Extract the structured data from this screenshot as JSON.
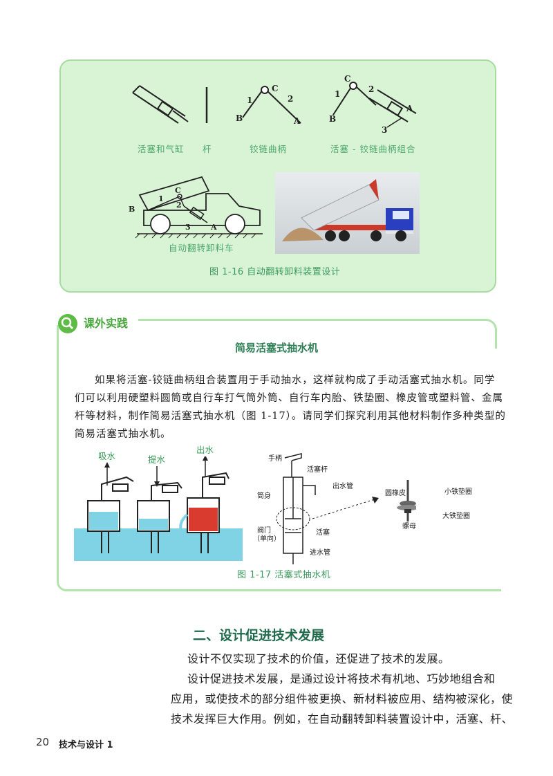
{
  "figure_16": {
    "labels": {
      "piston_cylinder": "活塞和气缸",
      "rod": "杆",
      "crank": "铰链曲柄",
      "combo": "活塞 - 铰链曲柄组合",
      "truck": "自动翻转卸料车"
    },
    "letters": {
      "A": "A",
      "B": "B",
      "C": "C",
      "one": "1",
      "two": "2",
      "three": "3"
    },
    "caption": "图 1-16    自动翻转卸料装置设计"
  },
  "practice": {
    "badge_title": "课外实践",
    "title": "简易活塞式抽水机",
    "paragraph_lines": [
      "如果将活塞-铰链曲柄组合装置用于手动抽水，这样就构成了手动活塞式抽水机。同学",
      "们可以利用硬塑料圆筒或自行车打气筒外筒、自行车内胎、铁垫圈、橡皮管或塑料管、金属",
      "杆等材料，制作简易活塞式抽水机（图 1-17）。请同学们探究利用其他材料制作多种类型的",
      "简易活塞式抽水机。"
    ],
    "pump_stages": [
      "吸水",
      "提水",
      "出水"
    ],
    "parts": {
      "handle": "手柄",
      "piston_rod": "活塞杆",
      "outlet": "出水管",
      "barrel": "筒身",
      "valve": "阀门",
      "one_way": "（单向）",
      "piston": "活塞",
      "inlet": "进水管",
      "rubber": "圆橡皮",
      "small_washer": "小铁垫圈",
      "big_washer": "大铁垫圈",
      "nut": "螺母"
    },
    "caption": "图 1-17    活塞式抽水机"
  },
  "section": {
    "title": "二、设计促进技术发展",
    "lines": [
      "设计不仅实现了技术的价值，还促进了技术的发展。",
      "设计促进技术发展，是通过设计将技术有机地、巧妙地组合和",
      "应用，或使技术的部分组件被更换、新材料被应用、结构被深化，使",
      "技术发挥巨大作用。例如，在自动翻转卸料装置设计中，活塞、杆、"
    ]
  },
  "footer": {
    "page_number": "20",
    "book_title": "技术与设计 1"
  },
  "colors": {
    "panel_bg": "#d9f3d5",
    "accent_green": "#4aa63e",
    "water": "#7fd3e4",
    "truck_blue": "#2a3fbf",
    "truck_bed": "#c93a2b"
  }
}
